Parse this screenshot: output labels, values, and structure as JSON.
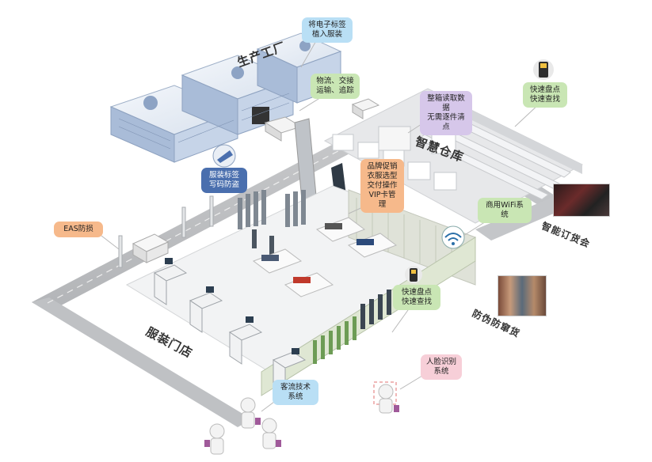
{
  "zones": {
    "factory": "生产工厂",
    "warehouse": "智慧仓库",
    "store": "服装门店",
    "ordering": "智能订货会",
    "anticounterfeit": "防伪防窜货"
  },
  "callouts": {
    "tag_embed": [
      "将电子标签",
      "植入服装"
    ],
    "logistics": [
      "物流、交接",
      "运输、追踪"
    ],
    "bulk_read": [
      "整箱读取数据",
      "无需逐件清点"
    ],
    "inventory_top": [
      "快速盘点",
      "快速查找"
    ],
    "label_write": [
      "服装标签",
      "写码防盗"
    ],
    "sales": [
      "品牌促销",
      "衣服选型",
      "交付操作",
      "VIP卡管理"
    ],
    "eas": [
      "EAS防损"
    ],
    "wifi": [
      "商用WiFi系统"
    ],
    "inventory_store": [
      "快速盘点",
      "快速查找"
    ],
    "face": [
      "人脸识别",
      "系统"
    ],
    "traffic": [
      "客流技术",
      "系统"
    ]
  },
  "colors": {
    "blue": "#b9dff5",
    "green": "#c9e6b4",
    "purple": "#d6c7ea",
    "orange": "#f6b98b",
    "pink": "#f7cfd8",
    "navy": "#4a6fae"
  }
}
